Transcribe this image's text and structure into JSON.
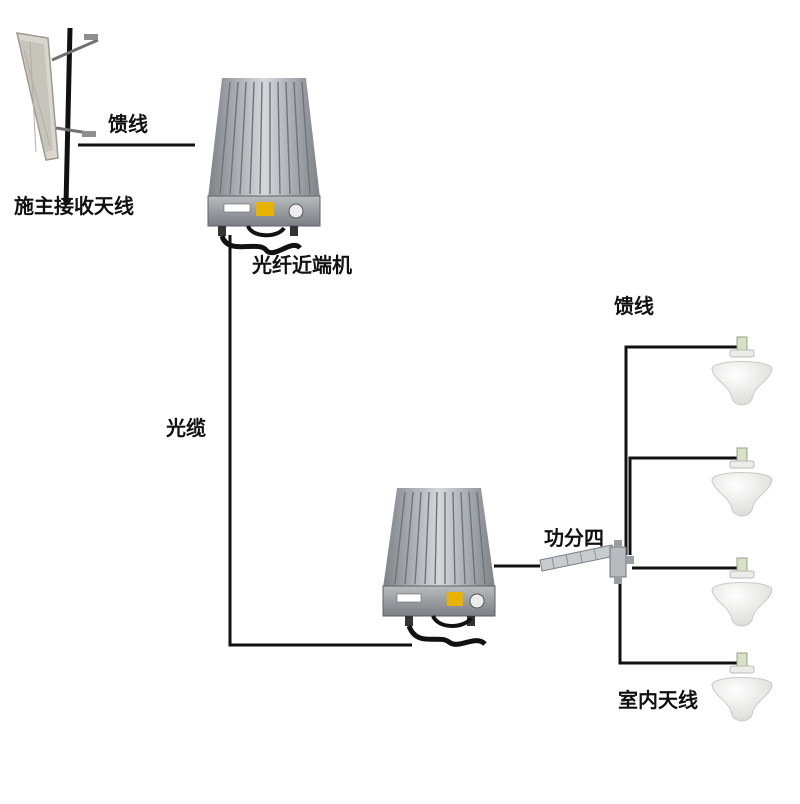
{
  "labels": {
    "feeder_top": "馈线",
    "donor_antenna": "施主接收天线",
    "near_end_unit": "光纤近端机",
    "fiber_cable": "光缆",
    "feeder_right": "馈线",
    "splitter": "功分四",
    "indoor_antenna": "室内天线"
  },
  "colors": {
    "line": "#111111",
    "device_body": "#9a9fa3",
    "device_fin": "#cfd3d6",
    "device_dark": "#5c6165",
    "antenna_panel": "#d9d6cf",
    "ceiling_antenna": "#f2f2f0",
    "warning_label": "#e8b200"
  }
}
